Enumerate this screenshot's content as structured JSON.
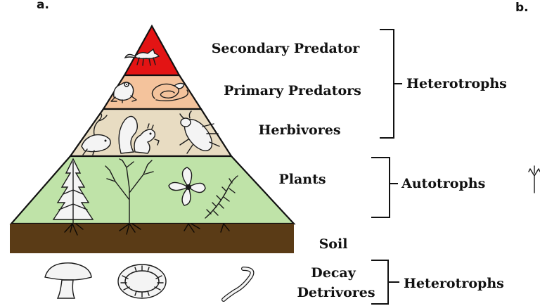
{
  "panel_labels": {
    "left": "a.",
    "right": "b."
  },
  "pyramid": {
    "tiers": [
      {
        "label": "Secondary Predator",
        "color": "#e31414",
        "icon": "fox-icon"
      },
      {
        "label": "Primary Predators",
        "color": "#f4c39c",
        "icons": [
          "frog-icon",
          "snake-icon"
        ]
      },
      {
        "label": "Herbivores",
        "color": "#e8dcc2",
        "icons": [
          "bird-icon",
          "squirrel-icon",
          "beetle-icon"
        ]
      },
      {
        "label": "Plants",
        "color": "#bfe3a8",
        "icons": [
          "conifer-tree-icon",
          "bare-tree-icon",
          "flower-icon",
          "fern-icon"
        ]
      }
    ]
  },
  "soil": {
    "label": "Soil",
    "color": "#5a3b16"
  },
  "decomposers": {
    "label_line1": "Decay",
    "label_line2": "Detrivores",
    "icons": [
      "mushroom-icon",
      "pillbug-icon",
      "worm-icon"
    ]
  },
  "groups": {
    "heterotrophs_top": "Heterotrophs",
    "autotrophs": "Autotrophs",
    "heterotrophs_bottom": "Heterotrophs"
  }
}
